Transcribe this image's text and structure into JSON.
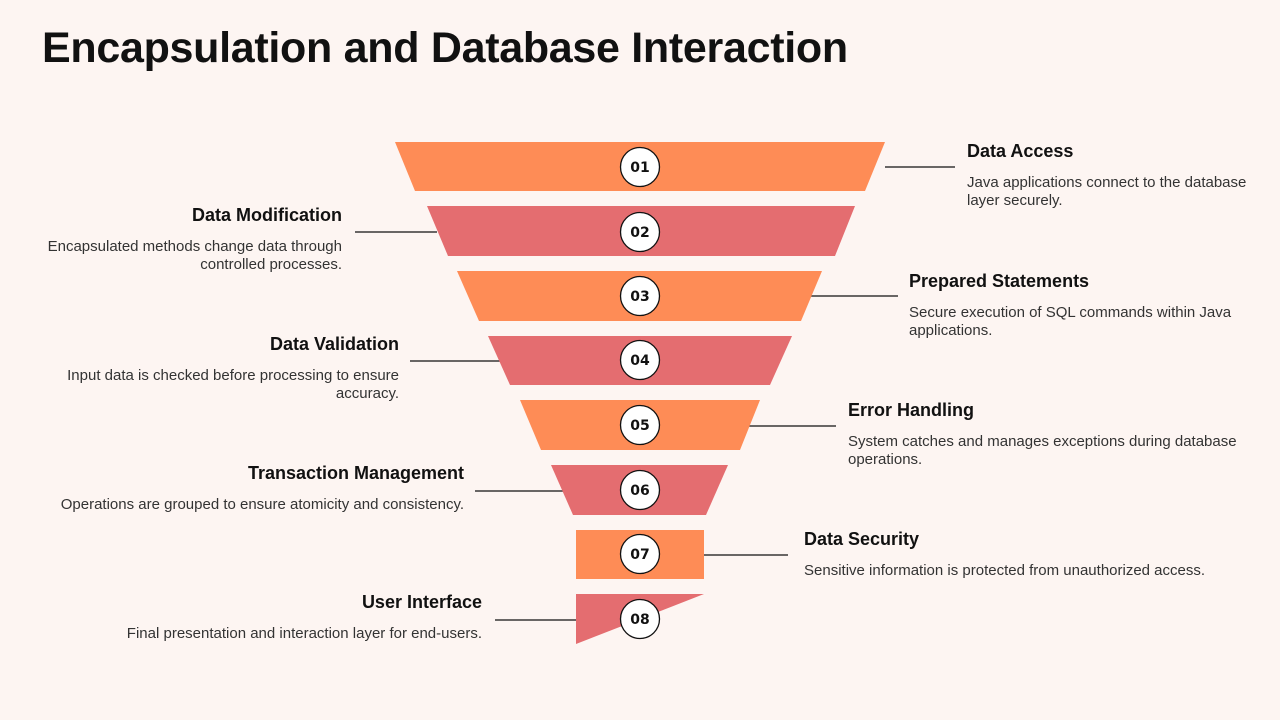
{
  "title": "Encapsulation and Database Interaction",
  "colors": {
    "orange": "#fe8c56",
    "red": "#e46d70",
    "background": "#fdf5f2"
  },
  "steps": [
    {
      "num": "01",
      "title": "Data Access",
      "desc": "Java applications connect to the database layer securely."
    },
    {
      "num": "02",
      "title": "Data Modification",
      "desc": "Encapsulated methods change data through controlled processes."
    },
    {
      "num": "03",
      "title": "Prepared Statements",
      "desc": "Secure execution of SQL commands within Java applications."
    },
    {
      "num": "04",
      "title": "Data Validation",
      "desc": "Input data is checked before processing to ensure accuracy."
    },
    {
      "num": "05",
      "title": "Error Handling",
      "desc": "System catches and manages exceptions during database operations."
    },
    {
      "num": "06",
      "title": "Transaction Management",
      "desc": "Operations are grouped to ensure atomicity and consistency."
    },
    {
      "num": "07",
      "title": "Data Security",
      "desc": "Sensitive information is protected from unauthorized access."
    },
    {
      "num": "08",
      "title": "User Interface",
      "desc": "Final presentation and interaction layer for end-users."
    }
  ]
}
